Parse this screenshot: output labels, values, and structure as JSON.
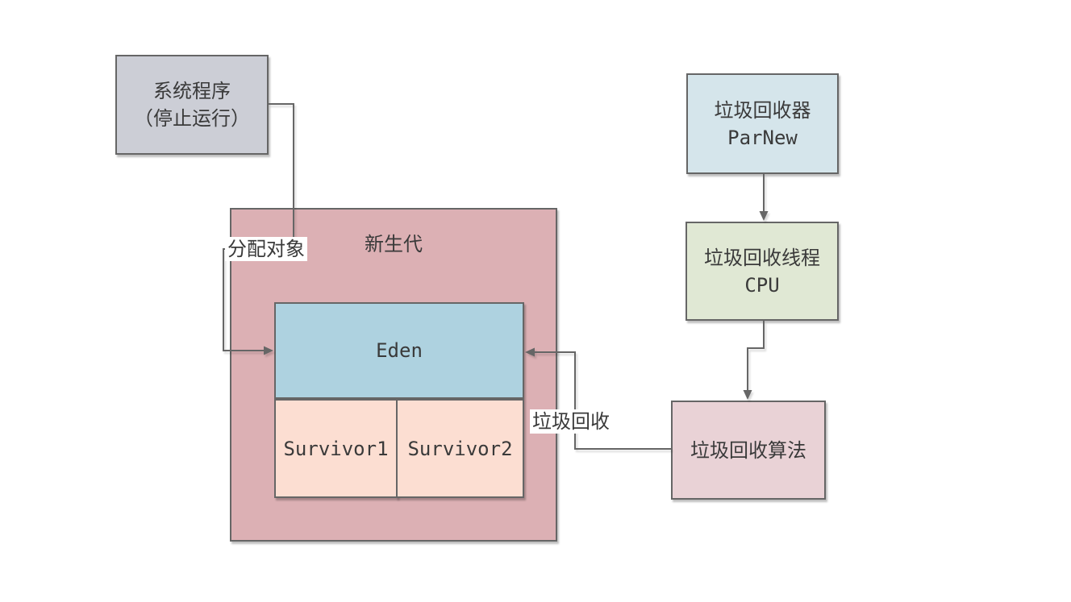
{
  "diagram": {
    "title": "JVM young generation garbage collection diagram",
    "nodes": {
      "system_program": {
        "line1": "系统程序",
        "line2": "（停止运行）",
        "fill": "#ccced6"
      },
      "parnew": {
        "line1": "垃圾回收器",
        "line2": "ParNew",
        "fill": "#d5e5eb"
      },
      "cpu": {
        "line1": "垃圾回收线程",
        "line2": "CPU",
        "fill": "#e0e8d4"
      },
      "algorithm": {
        "label": "垃圾回收算法",
        "fill": "#e9d2d6"
      },
      "young_gen": {
        "label": "新生代",
        "fill": "#dcb0b4"
      },
      "eden": {
        "label": "Eden",
        "fill": "#aed2e0"
      },
      "survivor1": {
        "label": "Survivor1",
        "fill": "#fcded2"
      },
      "survivor2": {
        "label": "Survivor2",
        "fill": "#fcded2"
      }
    },
    "edge_labels": {
      "allocate_object": "分配对象",
      "garbage_collect": "垃圾回收"
    },
    "colors": {
      "background": "#ffffff",
      "connector": "#666666",
      "node_border": "#666666",
      "text": "#3a3a3a"
    }
  }
}
